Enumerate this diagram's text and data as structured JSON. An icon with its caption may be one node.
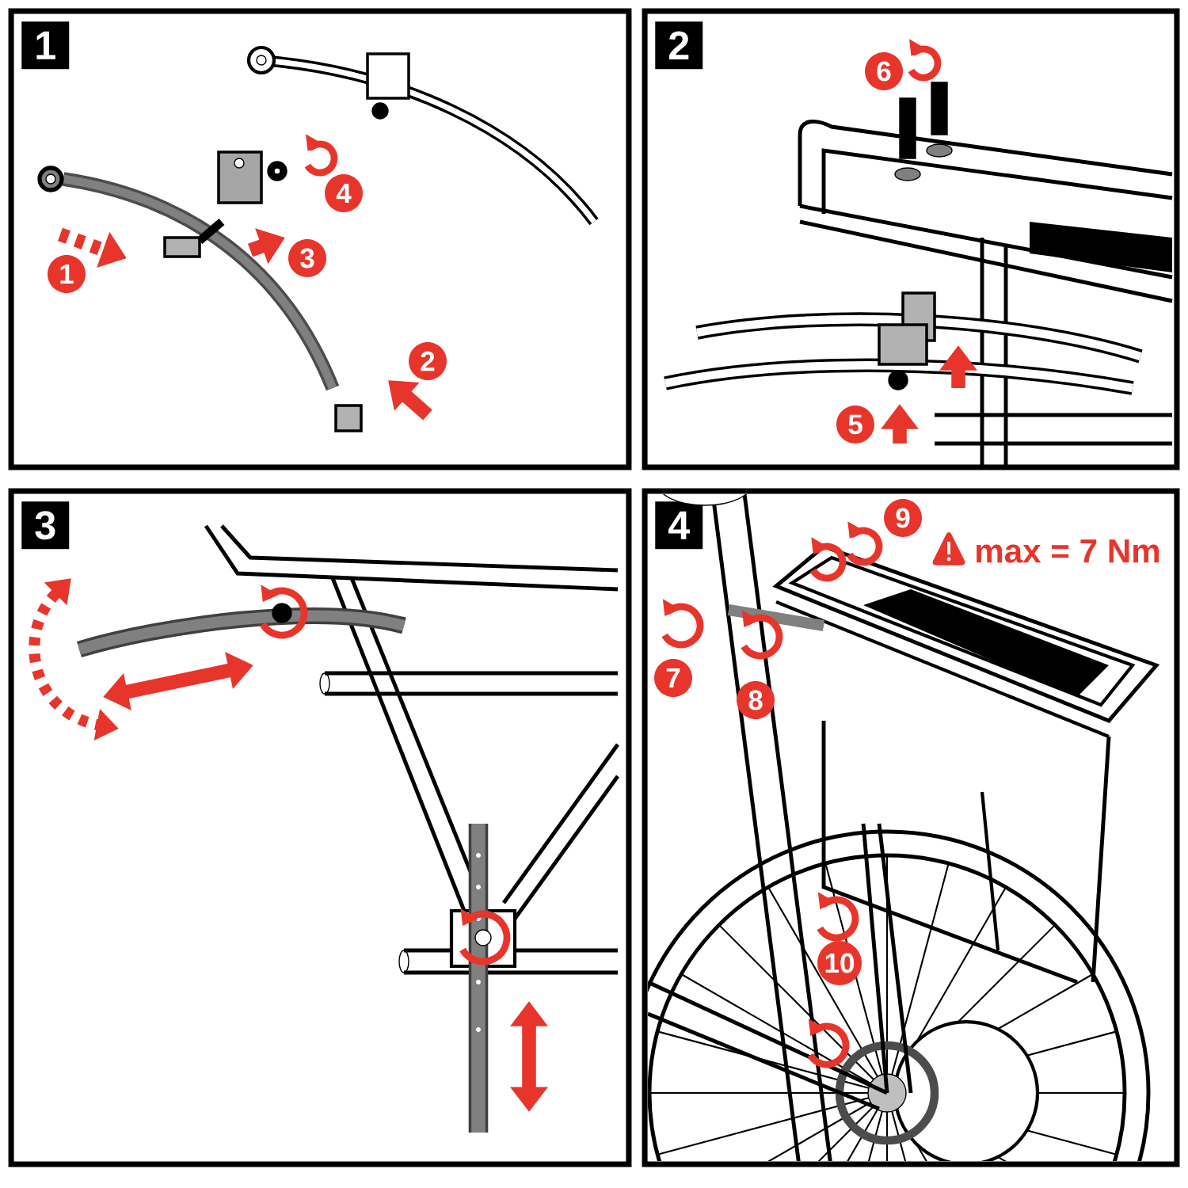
{
  "diagram": {
    "nodes": [
      {
        "text": [
          "1"
        ]
      },
      {
        "text": [
          "2"
        ]
      },
      {
        "text": [
          "3"
        ]
      },
      {
        "text": [
          "4"
        ]
      }
    ],
    "labels": [
      "1",
      "2",
      "3",
      "4",
      "5",
      "6",
      "7",
      "8",
      "9",
      "10",
      "max = 7 Nm"
    ]
  }
}
